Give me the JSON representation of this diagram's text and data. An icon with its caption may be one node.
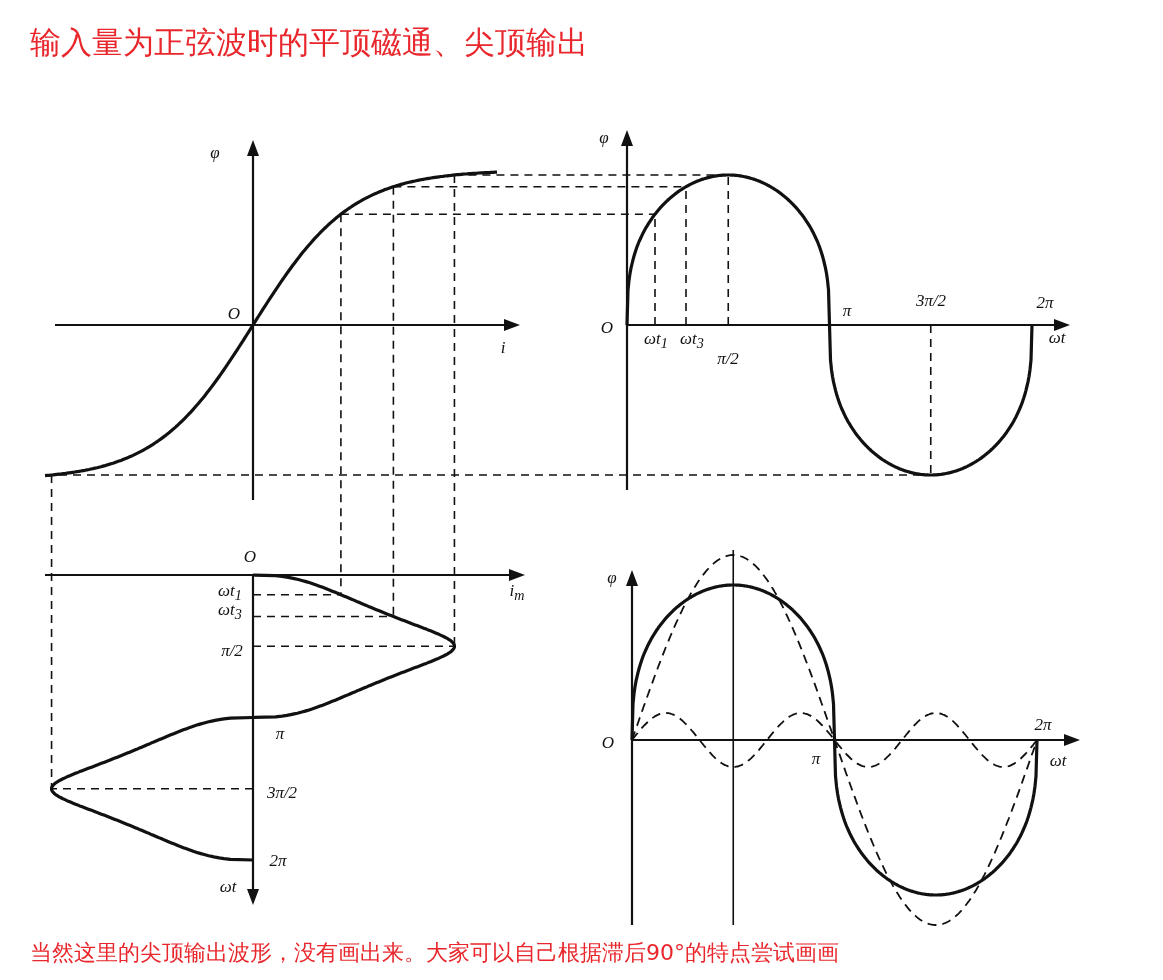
{
  "diagram": {
    "title": "输入量为正弦波时的平顶磁通、尖顶输出",
    "caption": "当然这里的尖顶输出波形，没有画出来。大家可以自己根据滞后90°的特点尝试画画",
    "labels": [
      "φ",
      "O",
      "i",
      "φ",
      "O",
      "ωt$_{1}$",
      "ωt$_{3}$",
      "π/2",
      "π",
      "3π/2",
      "2π",
      "ωt",
      "O",
      "i$_{m}$",
      "ωt$_{1}$",
      "ωt$_{3}$",
      "π/2",
      "π",
      "3π/2",
      "2π",
      "ωt",
      "φ",
      "O",
      "π",
      "2π",
      "ωt"
    ]
  }
}
